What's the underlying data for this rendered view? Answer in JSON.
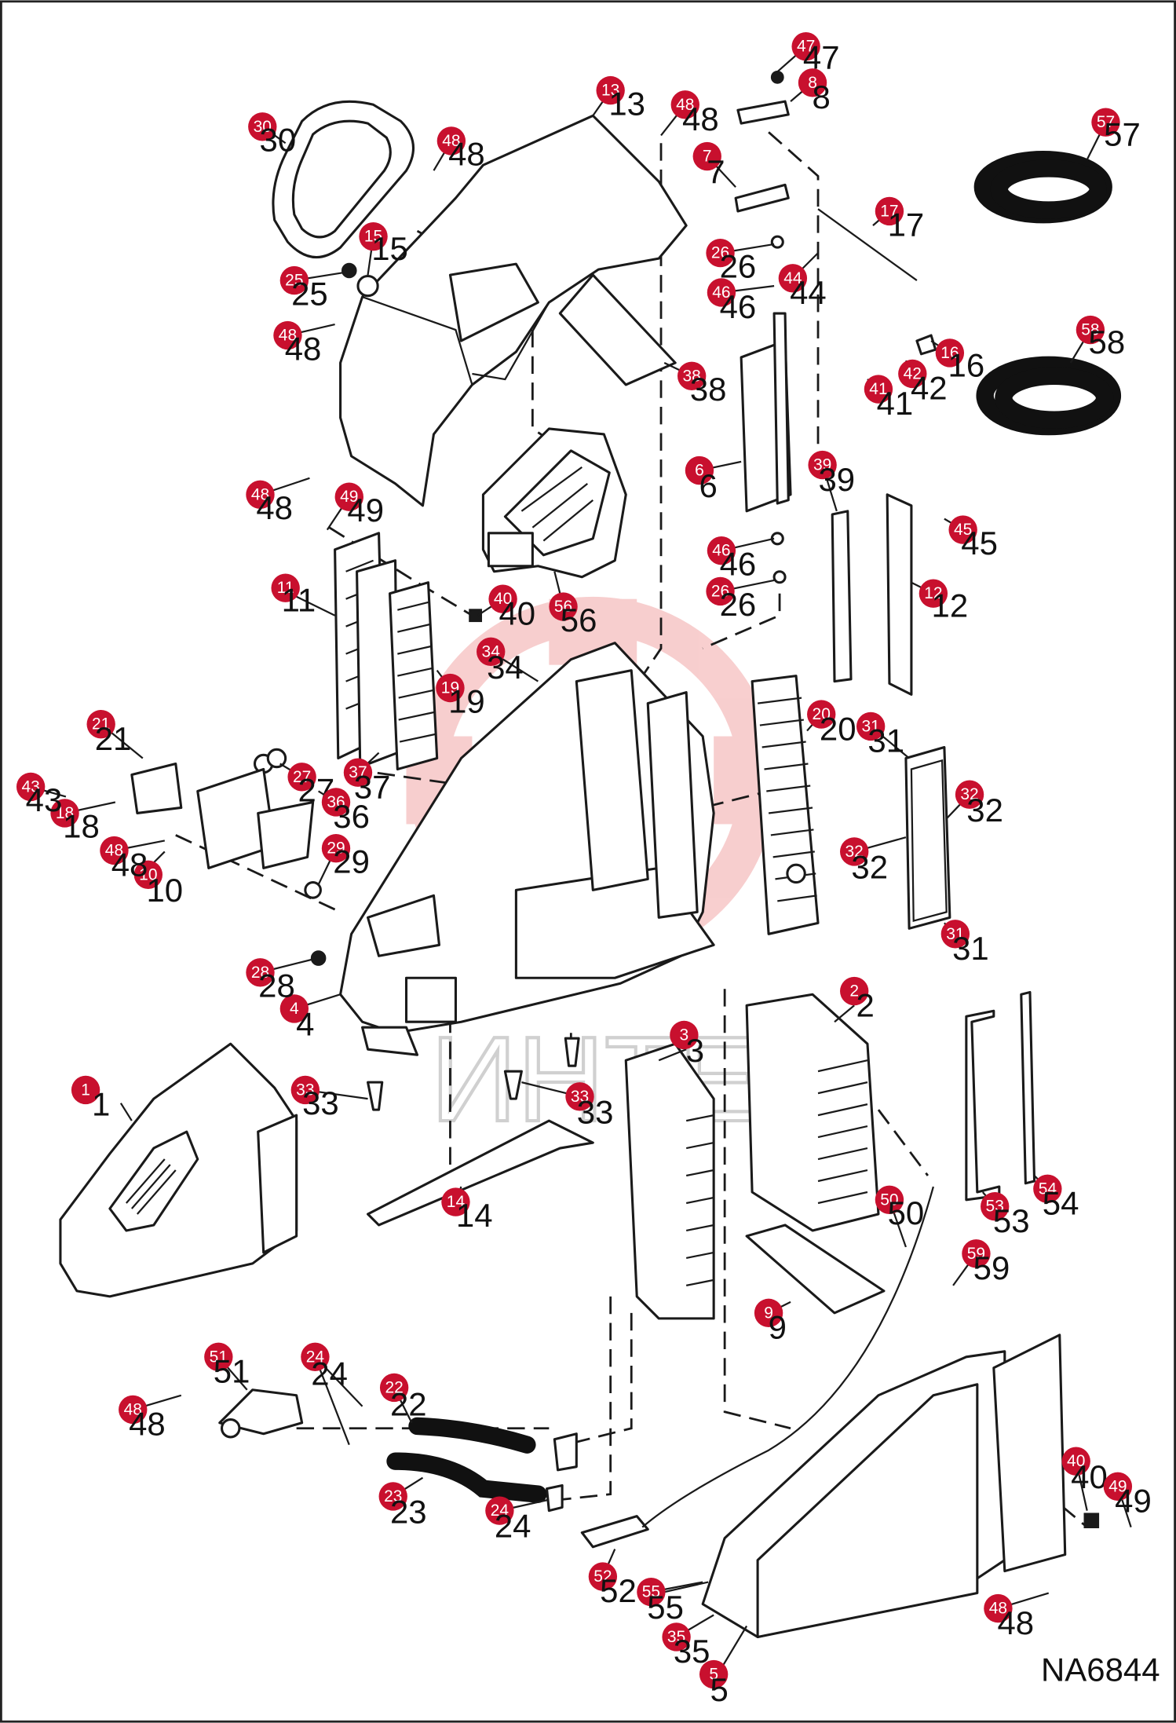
{
  "diagram_code": "NA6844",
  "watermark_text": "ИНТЕХ",
  "colors": {
    "callout": "#c8102e",
    "line": "#1a1a1a",
    "watermark": "#f3b3b3"
  },
  "callouts": [
    {
      "id": "c1",
      "label": "1"
    },
    {
      "id": "c2",
      "label": "2"
    },
    {
      "id": "c3",
      "label": "3"
    },
    {
      "id": "c4",
      "label": "4"
    },
    {
      "id": "c5",
      "label": "5"
    },
    {
      "id": "c6",
      "label": "6"
    },
    {
      "id": "c7",
      "label": "7"
    },
    {
      "id": "c8",
      "label": "8"
    },
    {
      "id": "c9",
      "label": "9"
    },
    {
      "id": "c10",
      "label": "10"
    },
    {
      "id": "c11",
      "label": "11"
    },
    {
      "id": "c12",
      "label": "12"
    },
    {
      "id": "c13",
      "label": "13"
    },
    {
      "id": "c14",
      "label": "14"
    },
    {
      "id": "c15",
      "label": "15"
    },
    {
      "id": "c16",
      "label": "16"
    },
    {
      "id": "c17",
      "label": "17"
    },
    {
      "id": "c18",
      "label": "18"
    },
    {
      "id": "c19",
      "label": "19"
    },
    {
      "id": "c20",
      "label": "20"
    },
    {
      "id": "c21",
      "label": "21"
    },
    {
      "id": "c22",
      "label": "22"
    },
    {
      "id": "c23",
      "label": "23"
    },
    {
      "id": "c24a",
      "label": "24"
    },
    {
      "id": "c24b",
      "label": "24"
    },
    {
      "id": "c25",
      "label": "25"
    },
    {
      "id": "c26a",
      "label": "26"
    },
    {
      "id": "c26b",
      "label": "26"
    },
    {
      "id": "c27",
      "label": "27"
    },
    {
      "id": "c28",
      "label": "28"
    },
    {
      "id": "c29",
      "label": "29"
    },
    {
      "id": "c30",
      "label": "30"
    },
    {
      "id": "c31a",
      "label": "31"
    },
    {
      "id": "c31b",
      "label": "31"
    },
    {
      "id": "c32a",
      "label": "32"
    },
    {
      "id": "c32b",
      "label": "32"
    },
    {
      "id": "c33a",
      "label": "33"
    },
    {
      "id": "c33b",
      "label": "33"
    },
    {
      "id": "c34",
      "label": "34"
    },
    {
      "id": "c35a",
      "label": "35"
    },
    {
      "id": "c36",
      "label": "36"
    },
    {
      "id": "c37",
      "label": "37"
    },
    {
      "id": "c38",
      "label": "38"
    },
    {
      "id": "c39",
      "label": "39"
    },
    {
      "id": "c40a",
      "label": "40"
    },
    {
      "id": "c40b",
      "label": "40"
    },
    {
      "id": "c41",
      "label": "41"
    },
    {
      "id": "c42",
      "label": "42"
    },
    {
      "id": "c43",
      "label": "43"
    },
    {
      "id": "c44",
      "label": "44"
    },
    {
      "id": "c45",
      "label": "45"
    },
    {
      "id": "c46a",
      "label": "46"
    },
    {
      "id": "c46b",
      "label": "46"
    },
    {
      "id": "c47",
      "label": "47"
    },
    {
      "id": "c48a",
      "label": "48"
    },
    {
      "id": "c48b",
      "label": "48"
    },
    {
      "id": "c48c",
      "label": "48"
    },
    {
      "id": "c48d",
      "label": "48"
    },
    {
      "id": "c48e",
      "label": "48"
    },
    {
      "id": "c48f",
      "label": "48"
    },
    {
      "id": "c48g",
      "label": "48"
    },
    {
      "id": "c49a",
      "label": "49"
    },
    {
      "id": "c49b",
      "label": "49"
    },
    {
      "id": "c50",
      "label": "50"
    },
    {
      "id": "c51",
      "label": "51"
    },
    {
      "id": "c52",
      "label": "52"
    },
    {
      "id": "c53",
      "label": "53"
    },
    {
      "id": "c54",
      "label": "54"
    },
    {
      "id": "c55",
      "label": "55"
    },
    {
      "id": "c56",
      "label": "56"
    },
    {
      "id": "c57",
      "label": "57"
    },
    {
      "id": "c58",
      "label": "58"
    },
    {
      "id": "c59",
      "label": "59"
    }
  ]
}
